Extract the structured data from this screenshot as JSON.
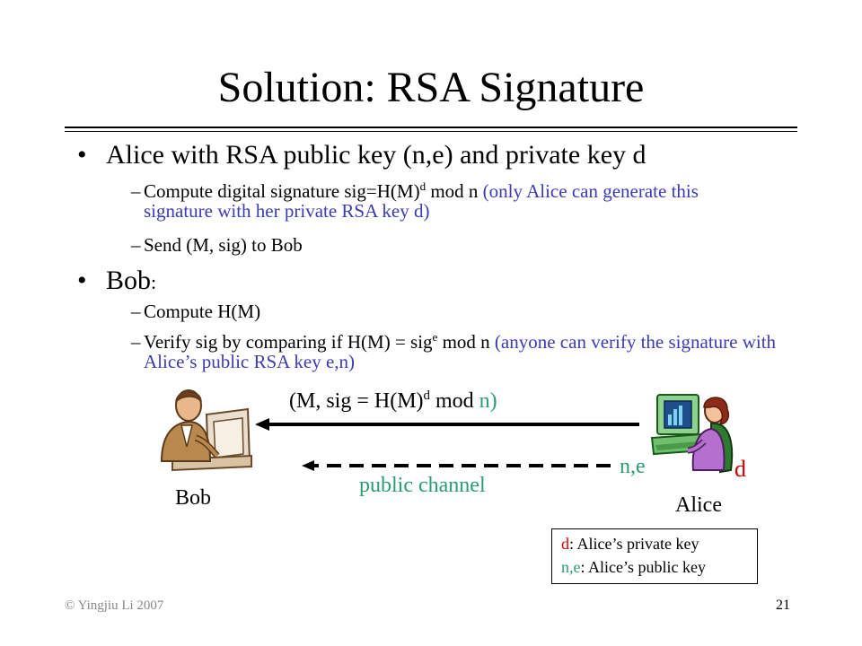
{
  "slide": {
    "title": "Solution: RSA Signature",
    "bullets": [
      {
        "marker": "•",
        "text": "Alice with RSA public key (n,e) and private key d",
        "subs": [
          {
            "dash": "–",
            "pre": "Compute digital signature sig=H(M)",
            "sup": "d",
            "post": " mod n",
            "note": " (only Alice can generate this signature with her private RSA key d)"
          },
          {
            "dash": "–",
            "text": "Send (M, sig) to Bob"
          }
        ]
      },
      {
        "marker": "•",
        "text": "Bob",
        "colon": ":",
        "subs": [
          {
            "dash": "–",
            "text": "Compute H(M)"
          },
          {
            "dash": "–",
            "pre": "Verify sig by comparing if H(M) = sig",
            "sup": "e",
            "post": " mod n",
            "note": " (anyone can verify the signature with Alice’s public RSA key e,n)"
          }
        ]
      }
    ]
  },
  "diagram": {
    "message": {
      "pre": "(M, sig = H(M)",
      "sup": "d",
      "mid": " mod ",
      "n": "n",
      "close": ")"
    },
    "bob_label": "Bob",
    "alice_label": "Alice",
    "channel_label": "public channel",
    "public_key_label": "n,e",
    "private_key_label": "d"
  },
  "legend": {
    "line1_key": "d",
    "line1_text": ": Alice’s private key",
    "line2_key": "n,e",
    "line2_text": ": Alice’s public key"
  },
  "footer": {
    "copyright": "© Yingjiu Li 2007",
    "page_number": "21"
  },
  "colors": {
    "note_blue": "#3b3bb3",
    "key_green": "#2a9d6e",
    "private_red": "#cc0000"
  }
}
